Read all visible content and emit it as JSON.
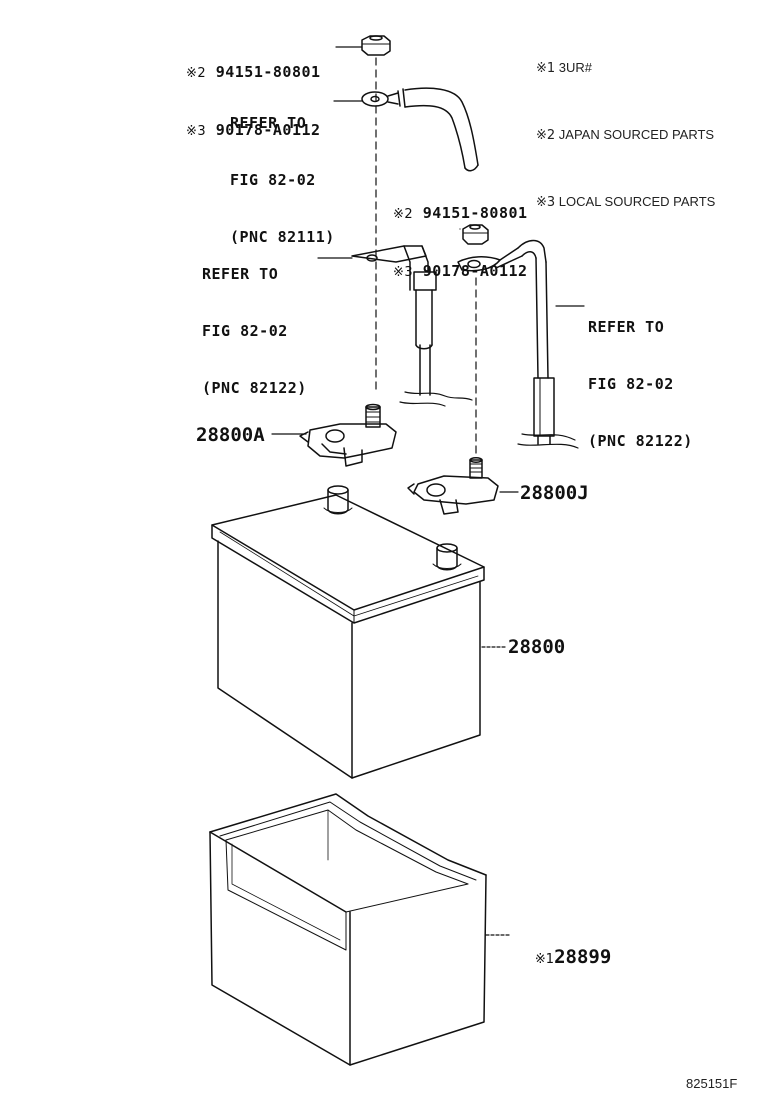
{
  "legend": [
    {
      "mark": "※1",
      "text": "3UR#"
    },
    {
      "mark": "※2",
      "text": "JAPAN SOURCED PARTS"
    },
    {
      "mark": "※3",
      "text": "LOCAL SOURCED PARTS"
    }
  ],
  "nut_top": {
    "line1_mark": "※2",
    "line1_no": "94151-80801",
    "line2_mark": "※3",
    "line2_no": "90178-A0112"
  },
  "nut_right": {
    "line1_mark": "※2",
    "line1_no": "94151-80801",
    "line2_mark": "※3",
    "line2_no": "90178-A0112"
  },
  "ref_top": {
    "line1": "REFER TO",
    "line2": "FIG 82-02",
    "line3": "(PNC 82111)"
  },
  "ref_left": {
    "line1": "REFER TO",
    "line2": "FIG 82-02",
    "line3": "(PNC 82122)"
  },
  "ref_right": {
    "line1": "REFER TO",
    "line2": "FIG 82-02",
    "line3": "(PNC 82122)"
  },
  "parts": {
    "terminal_a": "28800A",
    "terminal_j": "28800J",
    "battery": "28800",
    "tray_mark": "※1",
    "tray": "28899"
  },
  "diagram_code": "825151F"
}
